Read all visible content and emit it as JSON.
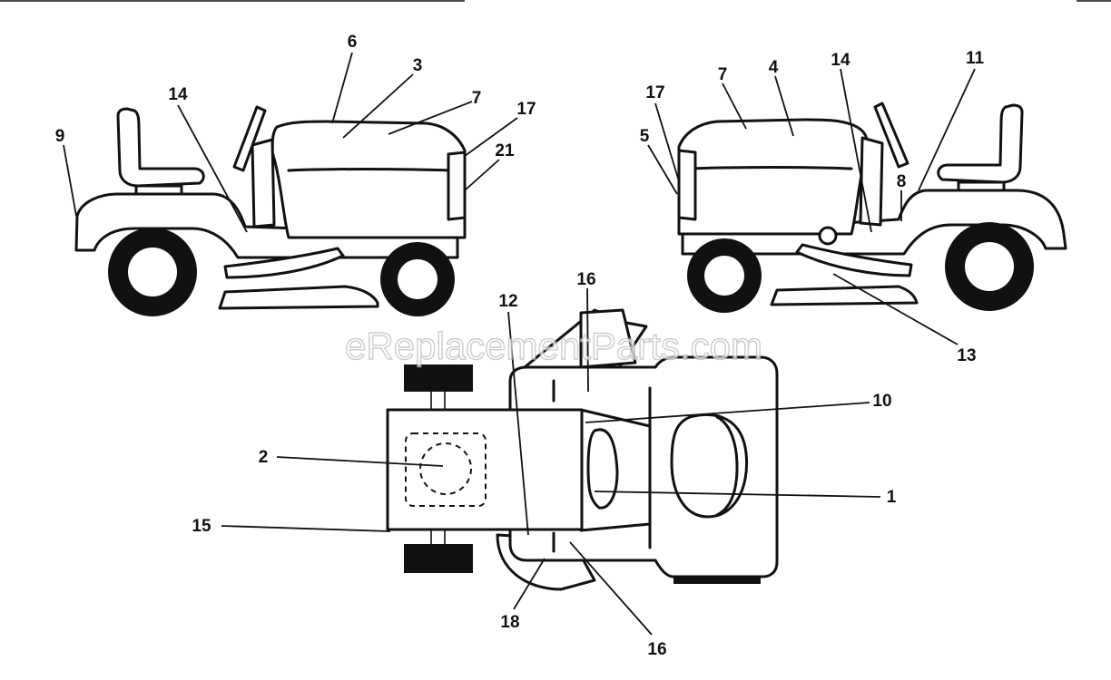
{
  "watermark": "eReplacementParts.com",
  "labels": {
    "l6": "6",
    "l3": "3",
    "l7a": "7",
    "l17a": "17",
    "l21": "21",
    "l14a": "14",
    "l9": "9",
    "l17b": "17",
    "l7b": "7",
    "l4": "4",
    "l14b": "14",
    "l11": "11",
    "l5": "5",
    "l8": "8",
    "l13": "13",
    "l16a": "16",
    "l12": "12",
    "l10": "10",
    "l2": "2",
    "l1": "1",
    "l15": "15",
    "l18": "18",
    "l16b": "16"
  }
}
